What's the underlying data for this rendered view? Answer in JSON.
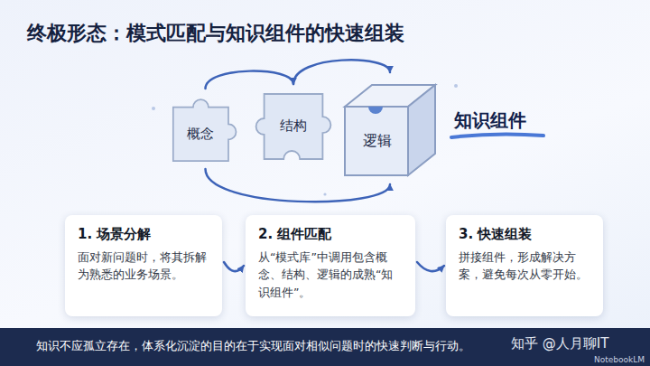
{
  "diagram": {
    "title": "终极形态：模式匹配与知识组件的快速组装",
    "caption": "知识不应孤立存在，体系化沉淀的目的在于实现面对相似问题时的快速判断与行动。",
    "nodes": [
      {
        "text": [
          "概念"
        ]
      },
      {
        "text": [
          "结构"
        ]
      },
      {
        "text": [
          "逻辑"
        ]
      },
      {
        "text": [
          "1. 场景分解",
          "面对新问题时，将其拆解为熟悉的业务场景。"
        ]
      },
      {
        "text": [
          "2. 组件匹配",
          "从“模式库”中调用包含概念、结构、逻辑的成熟“知识组件”。"
        ]
      },
      {
        "text": [
          "3. 快速组装",
          "拼接组件，形成解决方案，避免每次从零开始。"
        ]
      }
    ],
    "edges": [
      {
        "from": 0,
        "to": 1,
        "arrow": "to"
      },
      {
        "from": 1,
        "to": 2,
        "arrow": "to"
      },
      {
        "from": 0,
        "to": 2,
        "arrow": "to"
      },
      {
        "from": 3,
        "to": 4,
        "arrow": "to"
      },
      {
        "from": 4,
        "to": 5,
        "arrow": "to"
      }
    ],
    "labels": [
      "知识组件",
      "知乎 @人月聊IT",
      "NotebookLM"
    ]
  }
}
